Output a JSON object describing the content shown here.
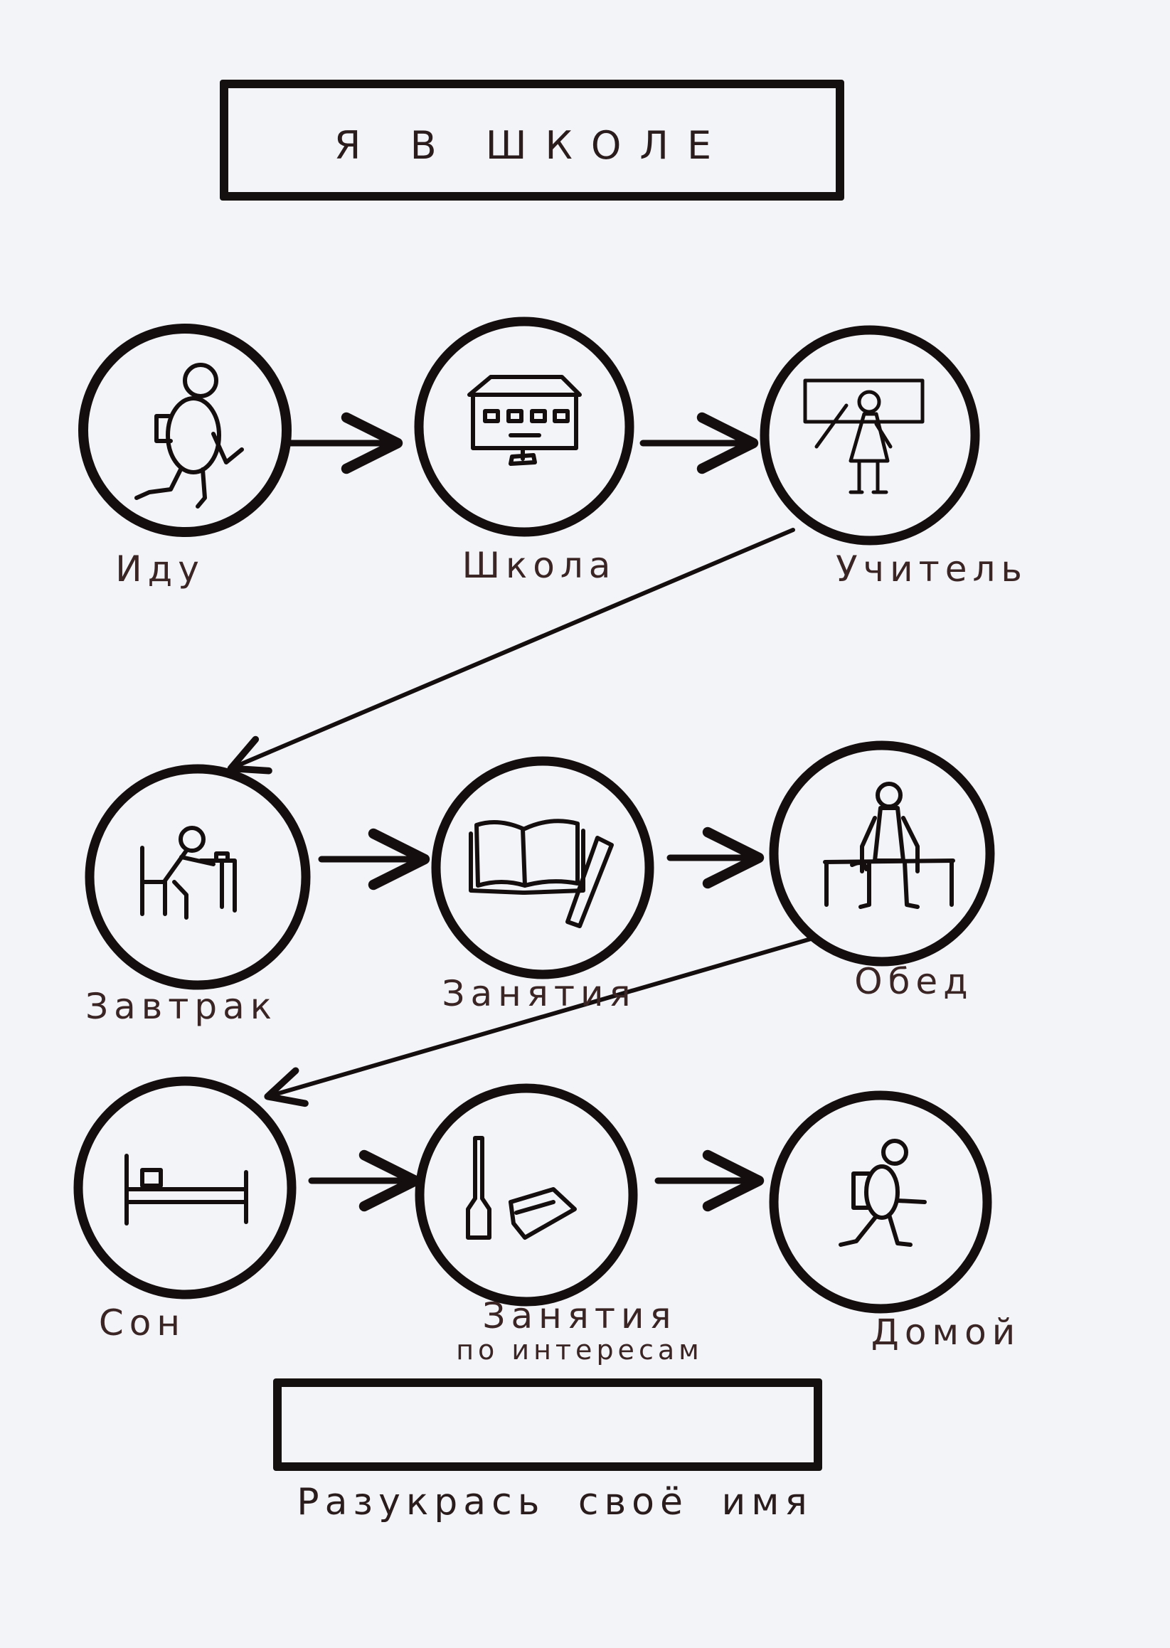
{
  "title": "Я В ШКОЛЕ",
  "steps": [
    {
      "label": "Иду",
      "icon": "walking-child-icon"
    },
    {
      "label": "Школа",
      "icon": "school-building-icon"
    },
    {
      "label": "Учитель",
      "icon": "teacher-icon"
    },
    {
      "label": "Завтрак",
      "icon": "eating-at-table-icon"
    },
    {
      "label": "Занятия",
      "icon": "book-pencil-icon"
    },
    {
      "label": "Обед",
      "icon": "sitting-child-icon"
    },
    {
      "label": "Сон",
      "icon": "bed-icon"
    },
    {
      "label": "Занятия",
      "sublabel": "по интересам",
      "icon": "hobby-toys-icon"
    },
    {
      "label": "Домой",
      "icon": "running-home-icon"
    }
  ],
  "footer": "Разукрась своё имя",
  "colors": {
    "ink": "#140e0e",
    "paper": "#f3f4f8",
    "label_ink": "#3a2424"
  }
}
